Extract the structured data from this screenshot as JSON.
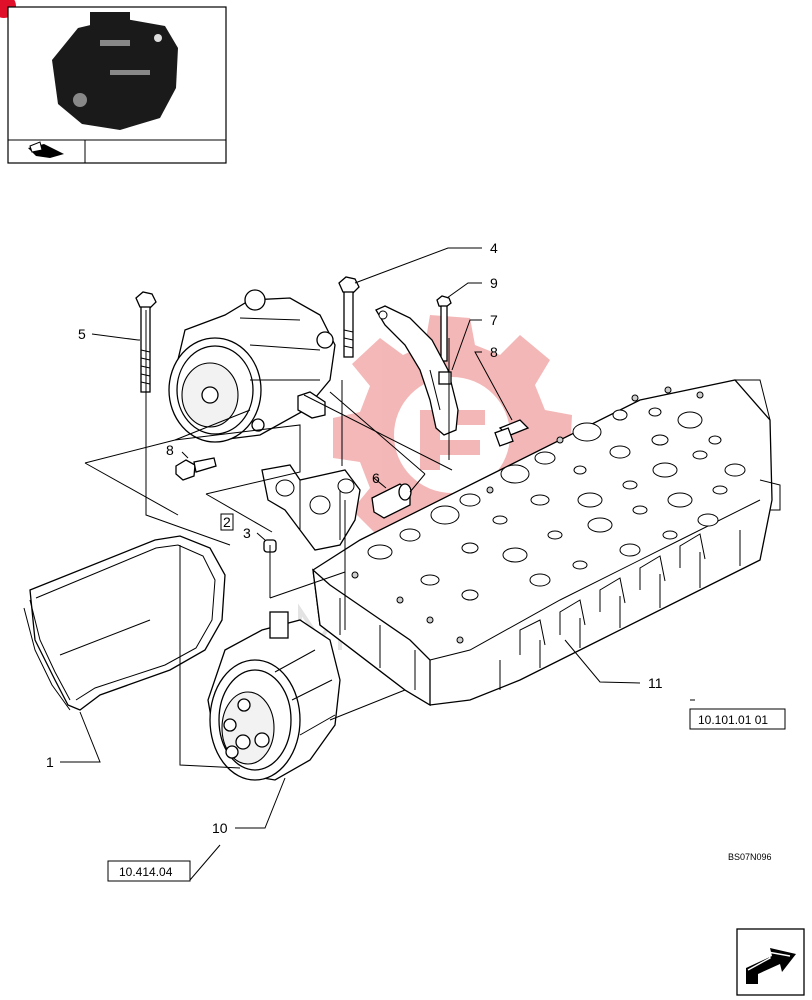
{
  "callouts": {
    "c1": "1",
    "c2": "2",
    "c3": "3",
    "c4": "4",
    "c5": "5",
    "c6": "6",
    "c7": "7",
    "c8a": "8",
    "c8b": "8",
    "c9": "9",
    "c10": "10",
    "c11": "11"
  },
  "references": {
    "ref_cylinder_head": "10.101.01 01",
    "ref_pulley": "10.414.04"
  },
  "drawing_code": "BS07N096",
  "icons": {
    "thumbnail": "engine-thumbnail",
    "back": "back-arrow-icon",
    "next": "next-page-arrow-icon",
    "corner": "red-corner-marker",
    "watermark": "gear-watermark"
  },
  "colors": {
    "watermark": "#f0a0a0",
    "corner": "#e0102a",
    "line": "#000000"
  }
}
